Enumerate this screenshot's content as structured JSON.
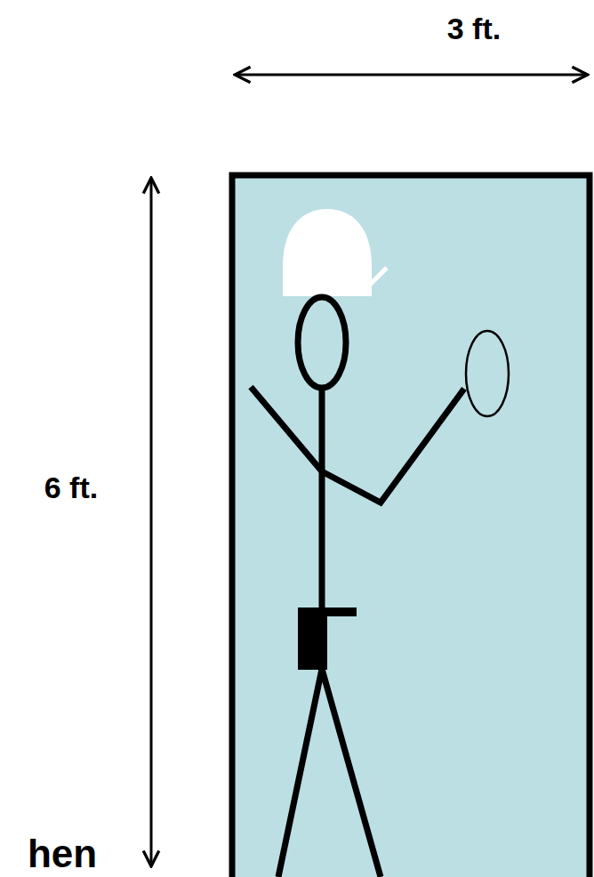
{
  "diagram": {
    "labels": [
      "3 ft.",
      "6 ft.",
      "hen"
    ]
  }
}
